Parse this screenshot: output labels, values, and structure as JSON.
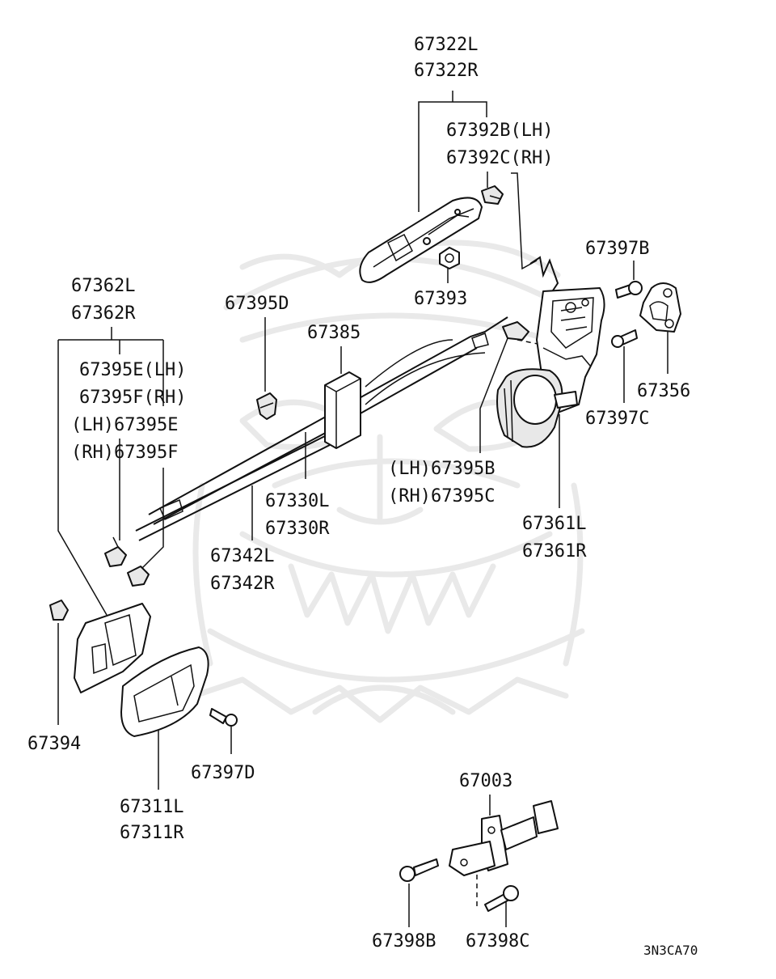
{
  "diagram_id": "3N3CA70",
  "parts": [
    {
      "key": "p67322",
      "lines": [
        "67322L",
        "67322R"
      ]
    },
    {
      "key": "p67392",
      "lines": [
        "67392B(LH)",
        "67392C(RH)"
      ]
    },
    {
      "key": "p67397B",
      "lines": [
        "67397B"
      ]
    },
    {
      "key": "p67393",
      "lines": [
        "67393"
      ]
    },
    {
      "key": "p67356",
      "lines": [
        "67356"
      ]
    },
    {
      "key": "p67397C",
      "lines": [
        "67397C"
      ]
    },
    {
      "key": "p67362",
      "lines": [
        "67362L",
        "67362R"
      ]
    },
    {
      "key": "p67395D",
      "lines": [
        "67395D"
      ]
    },
    {
      "key": "p67385",
      "lines": [
        "67385"
      ]
    },
    {
      "key": "p67395EF",
      "lines": [
        "67395E(LH)",
        "67395F(RH)"
      ]
    },
    {
      "key": "p67395EF2",
      "lines": [
        "(LH)67395E",
        "(RH)67395F"
      ]
    },
    {
      "key": "p67395BC",
      "lines": [
        "(LH)67395B",
        "(RH)67395C"
      ]
    },
    {
      "key": "p67330",
      "lines": [
        "67330L",
        "67330R"
      ]
    },
    {
      "key": "p67361",
      "lines": [
        "67361L",
        "67361R"
      ]
    },
    {
      "key": "p67342",
      "lines": [
        "67342L",
        "67342R"
      ]
    },
    {
      "key": "p67394",
      "lines": [
        "67394"
      ]
    },
    {
      "key": "p67397D",
      "lines": [
        "67397D"
      ]
    },
    {
      "key": "p67311",
      "lines": [
        "67311L",
        "67311R"
      ]
    },
    {
      "key": "p67003",
      "lines": [
        "67003"
      ]
    },
    {
      "key": "p67398B",
      "lines": [
        "67398B"
      ]
    },
    {
      "key": "p67398C",
      "lines": [
        "67398C"
      ]
    }
  ]
}
